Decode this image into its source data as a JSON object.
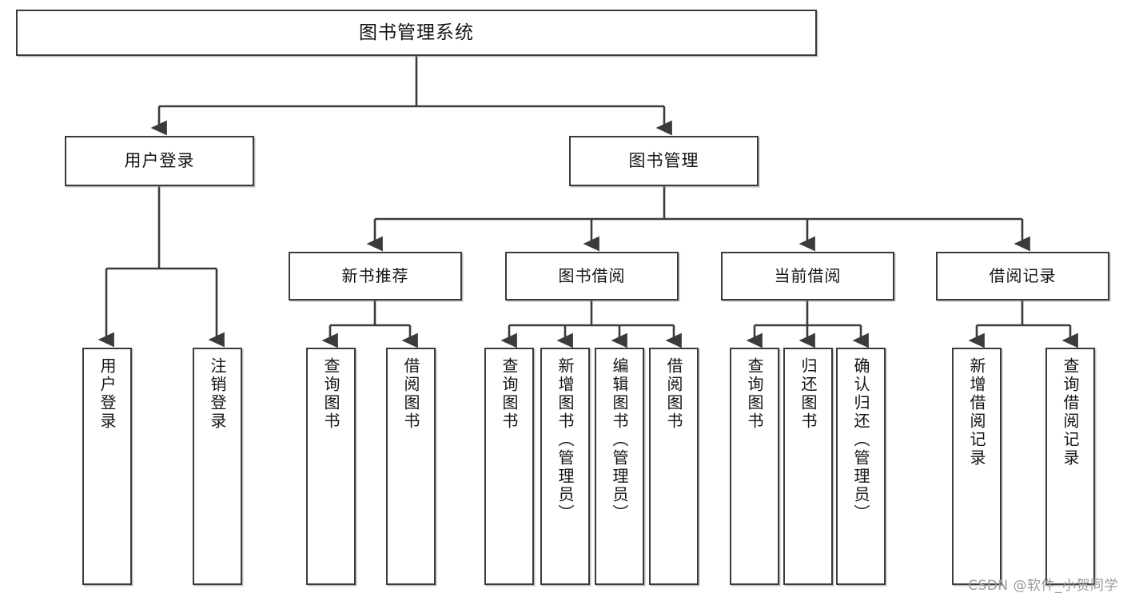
{
  "diagram": {
    "title": "图书管理系统",
    "type": "tree-hierarchy-chart",
    "stroke_color": "#3b3b3b",
    "fill_color": "#ffffff",
    "text_color": "#141414"
  },
  "root": {
    "label": "图书管理系统"
  },
  "level1": [
    {
      "label": "用户登录"
    },
    {
      "label": "图书管理"
    }
  ],
  "level2": [
    {
      "label": "新书推荐"
    },
    {
      "label": "图书借阅"
    },
    {
      "label": "当前借阅"
    },
    {
      "label": "借阅记录"
    }
  ],
  "leaves": {
    "user_login": [
      {
        "label": "用户登录"
      },
      {
        "label": "注销登录"
      }
    ],
    "new_book_recommend": [
      {
        "label": "查询图书"
      },
      {
        "label": "借阅图书"
      }
    ],
    "book_borrow": [
      {
        "label": "查询图书"
      },
      {
        "label": "新增图书（管理员）"
      },
      {
        "label": "编辑图书（管理员）"
      },
      {
        "label": "借阅图书"
      }
    ],
    "current_borrow": [
      {
        "label": "查询图书"
      },
      {
        "label": "归还图书"
      },
      {
        "label": "确认归还（管理员）"
      }
    ],
    "borrow_record": [
      {
        "label": "新增借阅记录"
      },
      {
        "label": "查询借阅记录"
      }
    ]
  },
  "watermark": {
    "text": "CSDN @软件_小贺同学"
  }
}
